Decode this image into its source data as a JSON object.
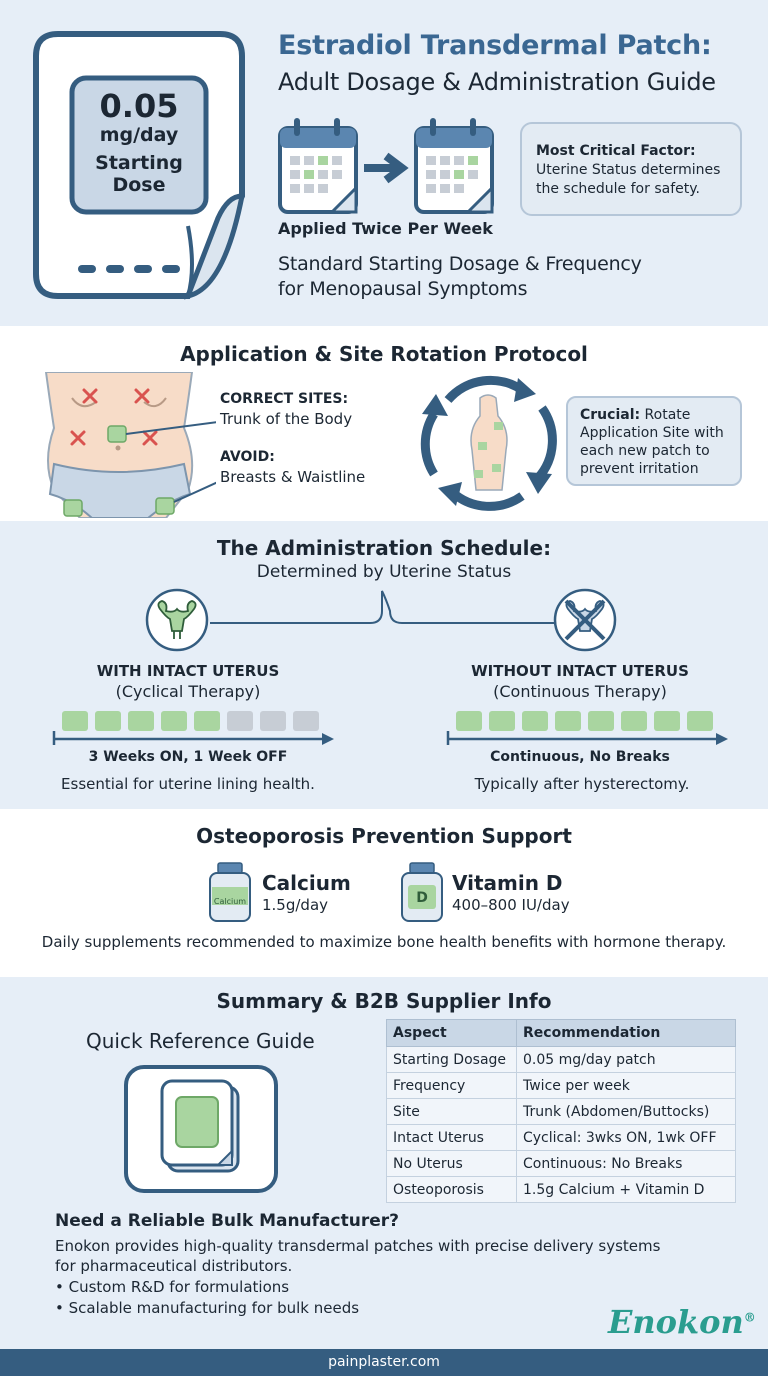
{
  "header": {
    "title_line1": "Estradiol Transdermal Patch:",
    "title_line2": "Adult Dosage & Administration Guide",
    "dose_value": "0.05",
    "dose_unit": "mg/day",
    "dose_label_1": "Starting",
    "dose_label_2": "Dose",
    "frequency_label": "Applied Twice Per Week",
    "subtitle_line1": "Standard Starting Dosage & Frequency",
    "subtitle_line2": "for Menopausal Symptoms",
    "critical_title": "Most Critical Factor:",
    "critical_text": "Uterine Status determines the schedule for safety."
  },
  "application": {
    "title": "Application & Site Rotation Protocol",
    "correct_label": "CORRECT SITES:",
    "correct_text": "Trunk of the Body",
    "avoid_label": "AVOID:",
    "avoid_text": "Breasts & Waistline",
    "crucial_label": "Crucial:",
    "crucial_text": "Rotate Application Site with each new patch to prevent irritation"
  },
  "schedule": {
    "title": "The Administration Schedule:",
    "subtitle": "Determined by Uterine Status",
    "with_title": "WITH INTACT UTERUS",
    "with_sub": "(Cyclical Therapy)",
    "with_label": "3 Weeks ON, 1 Week OFF",
    "with_note": "Essential for uterine lining health.",
    "without_title": "WITHOUT INTACT UTERUS",
    "without_sub": "(Continuous Therapy)",
    "without_label": "Continuous, No Breaks",
    "without_note": "Typically after hysterectomy."
  },
  "osteoporosis": {
    "title": "Osteoporosis Prevention Support",
    "calcium_name": "Calcium",
    "calcium_value": "1.5g/day",
    "calcium_bottle_text": "Calcium",
    "vitd_name": "Vitamin D",
    "vitd_value": "400–800 IU/day",
    "vitd_bottle_text": "D",
    "daily_note": "Daily supplements recommended to maximize bone health benefits with hormone therapy."
  },
  "summary": {
    "title": "Summary & B2B Supplier Info",
    "quick_ref": "Quick Reference Guide",
    "table_headers": [
      "Aspect",
      "Recommendation"
    ],
    "rows": [
      [
        "Starting Dosage",
        "0.05 mg/day patch"
      ],
      [
        "Frequency",
        "Twice per week"
      ],
      [
        "Site",
        "Trunk (Abdomen/Buttocks)"
      ],
      [
        "Intact Uterus",
        "Cyclical: 3wks ON, 1wk OFF"
      ],
      [
        "No Uterus",
        "Continuous: No Breaks"
      ],
      [
        "Osteoporosis",
        "1.5g Calcium + Vitamin D"
      ]
    ],
    "need_title": "Need a Reliable Bulk Manufacturer?",
    "need_text": "Enokon provides high-quality transdermal patches with precise delivery systems for pharmaceutical distributors.",
    "bullet_1": "Custom R&D for formulations",
    "bullet_2": "Scalable manufacturing for bulk needs",
    "brand": "Enokon",
    "brand_mark": "®"
  },
  "footer": {
    "url": "painplaster.com"
  },
  "colors": {
    "accent_blue": "#3a6792",
    "patch_green": "#a9d5a0",
    "avoid_red": "#d9534f",
    "brand_teal": "#2a9d8f",
    "footer_bg": "#355d80"
  },
  "icons": [
    "patch-icon",
    "calendar-icon",
    "arrow-right-icon",
    "body-diagram-icon",
    "rotation-cycle-icon",
    "uterus-icon",
    "uterus-crossed-icon",
    "supplement-bottle-icon",
    "patch-stack-icon"
  ]
}
